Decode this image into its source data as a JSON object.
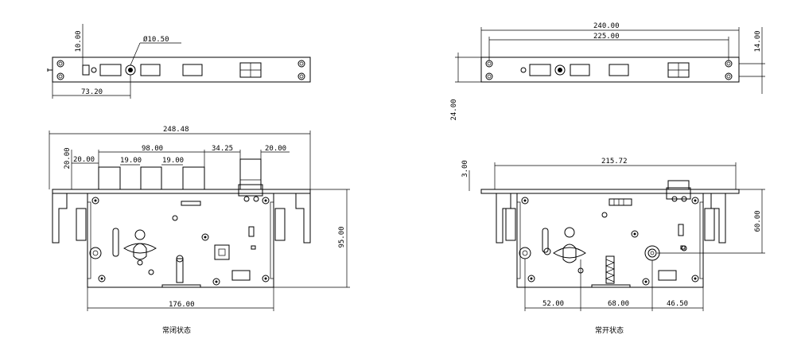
{
  "colors": {
    "line": "#000000",
    "background": "#ffffff"
  },
  "closed_view": {
    "caption": "常闭状态",
    "top_dims": {
      "height": "10.00",
      "hole_dia": "Ø10.50",
      "offset": "73.20"
    },
    "front_dims": {
      "total_width": "248.48",
      "side_height": "20.00",
      "left_gap": "20.00",
      "span_main": "98.00",
      "gap_a": "19.00",
      "gap_b": "19.00",
      "offset_mid": "34.25",
      "latch_width": "20.00",
      "body_height": "95.00",
      "body_width": "176.00"
    }
  },
  "open_view": {
    "caption": "常开状态",
    "top_dims": {
      "outer": "240.00",
      "inner": "225.00",
      "height": "24.00",
      "right_height": "14.00"
    },
    "front_dims": {
      "plate_gap": "3.00",
      "width": "215.72",
      "height": "60.00",
      "d1": "52.00",
      "d2": "68.00",
      "d3": "46.50"
    }
  }
}
